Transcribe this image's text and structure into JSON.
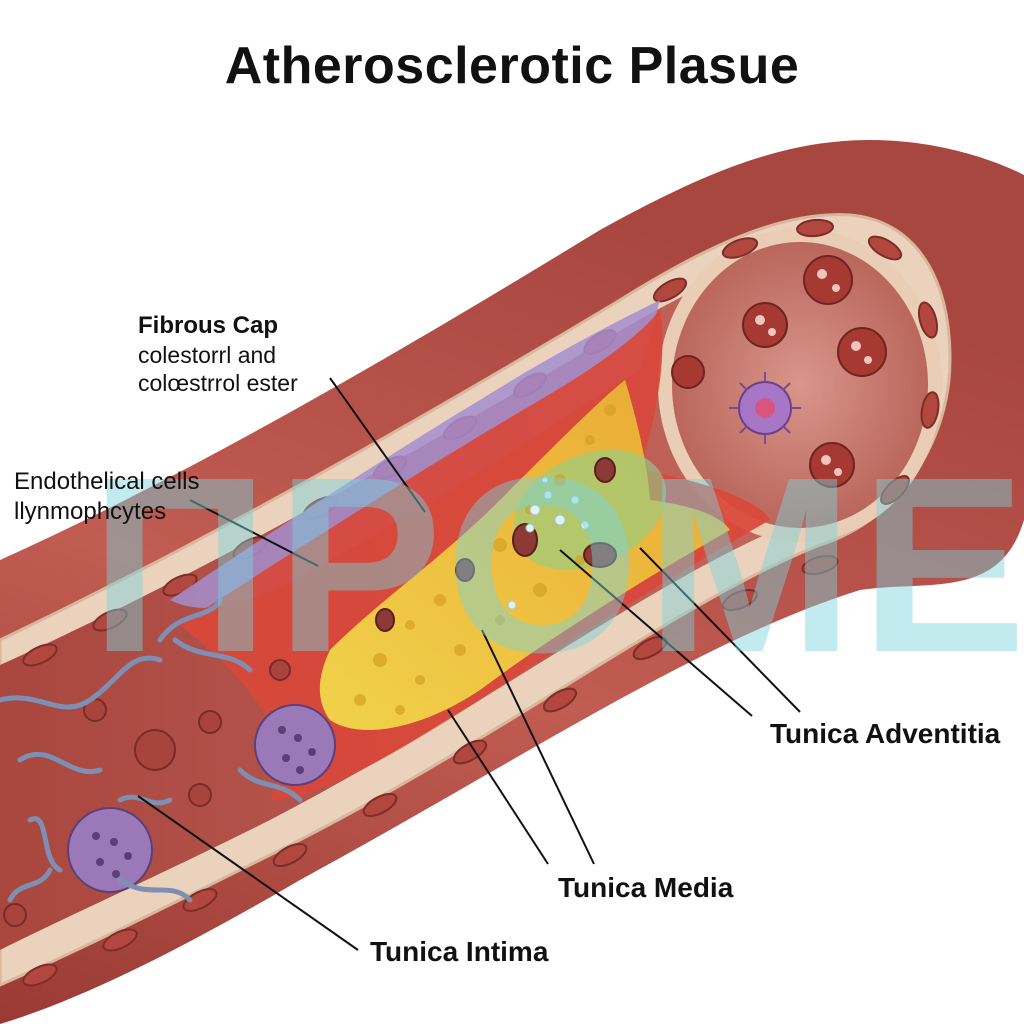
{
  "title": "Atherosclerotic Plasue",
  "labels": {
    "fibrous_cap": {
      "heading": "Fibrous Cap",
      "line1": "colestorrl and",
      "line2": "colœstrrol ester"
    },
    "endothelial": {
      "line1": "Endothelical cells",
      "line2": "llynmophcytes"
    },
    "tunica_adventitia": "Tunica Adventitia",
    "tunica_media": "Tunica Media",
    "tunica_intima": "Tunica Intima"
  },
  "watermark": "ПРОМЕД",
  "colors": {
    "vessel_outer": "#a8443d",
    "vessel_wall": "#c35a50",
    "lumen": "#b85a52",
    "intima_layer": "#eed6c0",
    "plaque_lipid": "#f2c63c",
    "fibrous_red": "#d9483a",
    "lymphocyte_purple": "#9a7ac2",
    "watermark": "#79d4de"
  }
}
